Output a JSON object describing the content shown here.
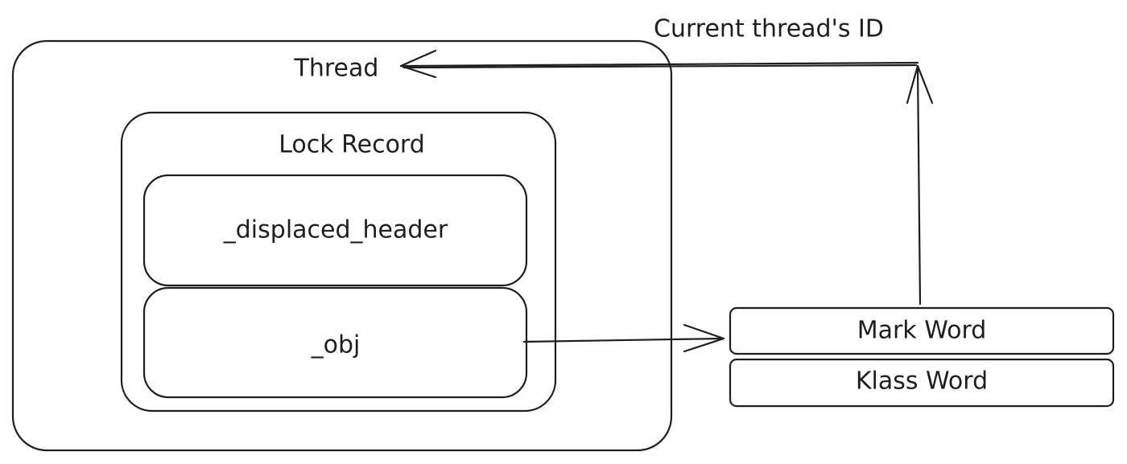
{
  "diagram": {
    "labels": {
      "thread": "Thread",
      "lock_record": "Lock Record",
      "displaced_header": "_displaced_header",
      "obj": "_obj",
      "mark_word": "Mark Word",
      "klass_word": "Klass Word",
      "current_thread_id": "Current thread's ID"
    },
    "colors": {
      "thread_fill": "#b2f2bb",
      "lock_record_fill": "#ffc9c9",
      "object_header_fill": "#a5d8ff",
      "stroke": "#1e1e1e"
    },
    "edges": [
      {
        "from": "obj",
        "to": "mark_word"
      },
      {
        "from": "mark_word",
        "to": "thread",
        "label": "Current thread's ID"
      }
    ]
  }
}
